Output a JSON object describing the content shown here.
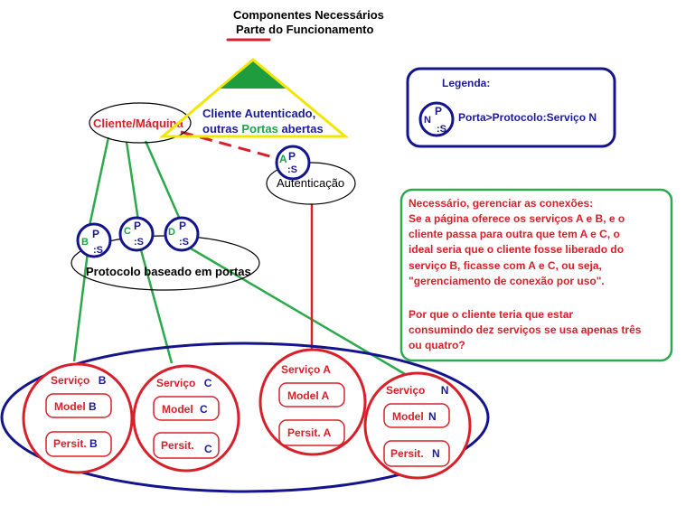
{
  "title": {
    "line1": "Componentes Necessários",
    "line2": "Parte do Funcionamento"
  },
  "colors": {
    "red": "#d8202a",
    "blue": "#14148c",
    "green": "#2aaa4a",
    "yellow": "#f2e600"
  },
  "client": {
    "label": "Cliente/Máquina",
    "auth_line1": "Cliente Autenticado,",
    "auth_line2_a": "outras",
    "auth_line2_b": "Portas",
    "auth_line2_c": "abertas"
  },
  "auth": {
    "label": "Autenticação",
    "port_letter": "A",
    "port_p": "P",
    "port_s": ":S"
  },
  "legend": {
    "title": "Legenda:",
    "letter": "N",
    "port_p": "P",
    "port_s": ":S",
    "text": "Porta>Protocolo:Serviço N"
  },
  "protocol": {
    "label": "Protocolo baseado em portas",
    "ports": [
      {
        "letter": "B",
        "p": "P",
        "s": ":S"
      },
      {
        "letter": "C",
        "p": "P",
        "s": ":S"
      },
      {
        "letter": "D",
        "p": "P",
        "s": ":S"
      }
    ]
  },
  "note": {
    "lines": [
      "Necessário, gerenciar as conexões:",
      "Se a página oferece os serviços A e B, e o",
      "cliente passa para outra que tem A e C, o",
      "ideal seria que o cliente fosse liberado do",
      "serviço B, ficasse com A e C, ou seja,",
      "\"gerenciamento de conexão por uso\".",
      "",
      "Por que o cliente teria que estar",
      "consumindo dez serviços se usa apenas três",
      "ou quatro?"
    ]
  },
  "services": [
    {
      "name": "Serviço",
      "letter": "B",
      "model": "Model",
      "model_letter": "B",
      "persist": "Persit.",
      "persist_letter": "B"
    },
    {
      "name": "Serviço",
      "letter": "C",
      "model": "Model",
      "model_letter": "C",
      "persist": "Persit.",
      "persist_letter": "C"
    },
    {
      "name": "Serviço A",
      "letter": "",
      "model": "Model A",
      "model_letter": "",
      "persist": "Persit. A",
      "persist_letter": ""
    },
    {
      "name": "Serviço",
      "letter": "N",
      "model": "Model",
      "model_letter": "N",
      "persist": "Persit.",
      "persist_letter": "N"
    }
  ]
}
